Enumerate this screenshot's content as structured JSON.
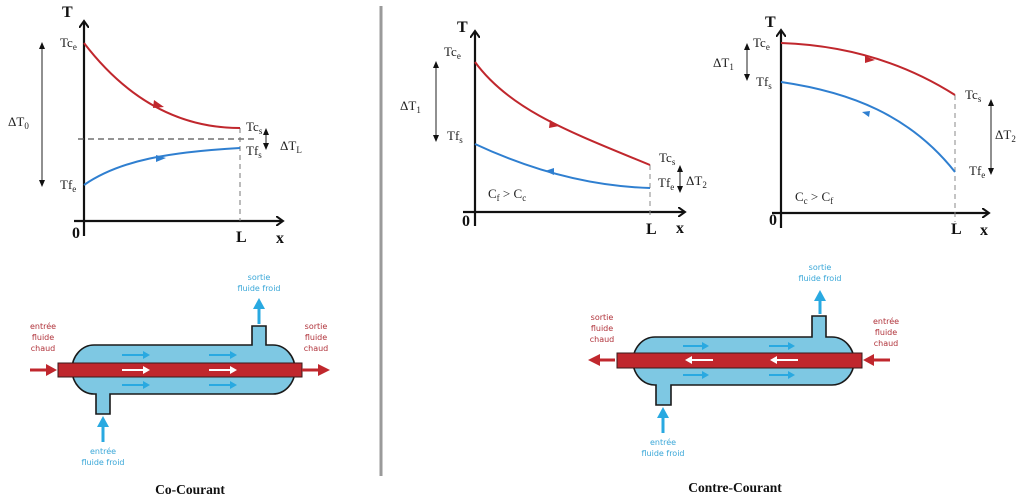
{
  "colors": {
    "hot": "#c0272d",
    "cold_curve": "#2f7fd0",
    "shell": "#7ec8e3",
    "cold_arrow": "#29a9e1"
  },
  "graphs": [
    {
      "axis_y": "T",
      "axis_x": "x",
      "origin": "0",
      "end": "L",
      "labels": {
        "tce": {
          "main": "Tc",
          "sub": "e"
        },
        "tcs": {
          "main": "Tc",
          "sub": "s"
        },
        "tfe": {
          "main": "Tf",
          "sub": "e"
        },
        "tfs": {
          "main": "Tf",
          "sub": "s"
        },
        "dt_a": {
          "main": "ΔT",
          "sub": "0"
        },
        "dt_b": {
          "main": "ΔT",
          "sub": "L"
        }
      }
    },
    {
      "axis_y": "T",
      "axis_x": "x",
      "origin": "0",
      "end": "L",
      "condition": {
        "a": "C",
        "a_sub": "f",
        "op": " > ",
        "b": "C",
        "b_sub": "c"
      },
      "labels": {
        "tce": {
          "main": "Tc",
          "sub": "e"
        },
        "tcs": {
          "main": "Tc",
          "sub": "s"
        },
        "tfe": {
          "main": "Tf",
          "sub": "e"
        },
        "tfs": {
          "main": "Tf",
          "sub": "s"
        },
        "dt_a": {
          "main": "ΔT",
          "sub": "1"
        },
        "dt_b": {
          "main": "ΔT",
          "sub": "2"
        }
      }
    },
    {
      "axis_y": "T",
      "axis_x": "x",
      "origin": "0",
      "end": "L",
      "condition": {
        "a": "C",
        "a_sub": "c",
        "op": " > ",
        "b": "C",
        "b_sub": "f"
      },
      "labels": {
        "tce": {
          "main": "Tc",
          "sub": "e"
        },
        "tcs": {
          "main": "Tc",
          "sub": "s"
        },
        "tfe": {
          "main": "Tf",
          "sub": "e"
        },
        "tfs": {
          "main": "Tf",
          "sub": "s"
        },
        "dt_a": {
          "main": "ΔT",
          "sub": "1"
        },
        "dt_b": {
          "main": "ΔT",
          "sub": "2"
        }
      }
    }
  ],
  "exchangers": [
    {
      "caption": "Co-Courant",
      "hot_in": [
        "entrée",
        "fluide",
        "chaud"
      ],
      "hot_out": [
        "sortie",
        "fluide",
        "chaud"
      ],
      "cold_in": [
        "entrée",
        "fluide froid"
      ],
      "cold_out": [
        "sortie",
        "fluide froid"
      ]
    },
    {
      "caption": "Contre-Courant",
      "hot_in": [
        "entrée",
        "fluide",
        "chaud"
      ],
      "hot_out": [
        "sortie",
        "fluide",
        "chaud"
      ],
      "cold_in": [
        "entrée",
        "fluide froid"
      ],
      "cold_out": [
        "sortie",
        "fluide froid"
      ]
    }
  ]
}
